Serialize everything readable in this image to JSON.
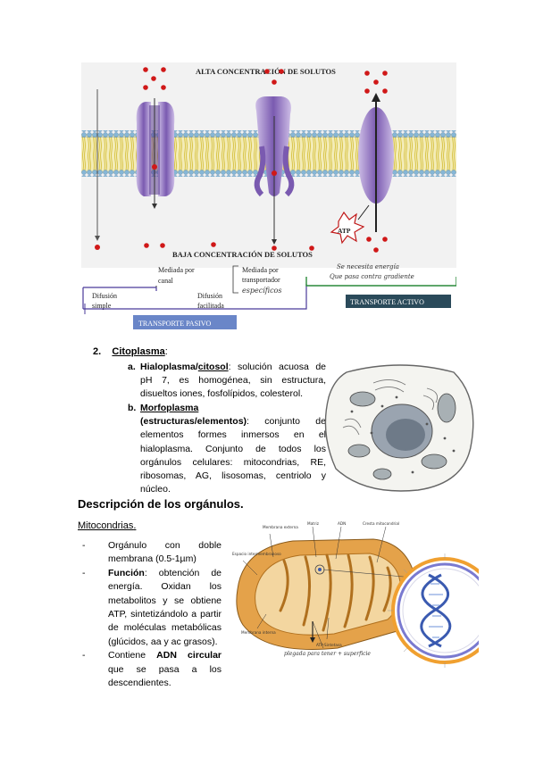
{
  "figure_transport": {
    "top_label": "ALTA CONCENTRACIÓN DE SOLUTOS",
    "bottom_label": "BAJA CONCENTRACIÓN DE SOLUTOS",
    "atp": "ATP",
    "simple": [
      "Difusión",
      "simple"
    ],
    "channel": [
      "Mediada por",
      "canal"
    ],
    "carrier": [
      "Mediada por",
      "transportador"
    ],
    "specific_note": "específicos",
    "facilitated": [
      "Difusión",
      "facilitada"
    ],
    "active_note": [
      "Se necesita energía",
      "Que pasa contra gradiente"
    ],
    "passive_box": "TRANSPORTE PASIVO",
    "active_box": "TRANSPORTE ACTIVO",
    "colors": {
      "membrane_head": "#8ab8d8",
      "lipid_tail": "#e8d670",
      "protein": "#8a6cb8",
      "solute": "#d01818",
      "active_line": "#2a8a3a",
      "passive_line": "#4a3a9a"
    }
  },
  "section2": {
    "number": "2.",
    "title": "Citoplasma",
    "title_suffix": ":",
    "a": {
      "letter": "a.",
      "term": "Hialoplasma",
      "slash": "/",
      "term2": "citosol",
      "text": ": solución acuosa de pH 7, es homogénea, sin estructura, disueltos iones, fosfolípidos, colesterol."
    },
    "b": {
      "letter": "b.",
      "term": "Morfoplasma",
      "paren": "(estructuras/elementos)",
      "text": ": conjunto de elementos formes inmersos en el hialoplasma. Conjunto de todos los orgánulos celulares: mitocondrias, RE, ribosomas, AG, lisosomas, centriolo y núcleo."
    }
  },
  "organelles": {
    "heading": "Descripción de los orgánulos.",
    "subheading": "Mitocondrias",
    "subheading_suffix": ".",
    "bullets": [
      {
        "dash": "-",
        "pre": "Orgánulo con doble membrana (0.5-1µm)",
        "bold": "",
        "post": ""
      },
      {
        "dash": "-",
        "pre": "",
        "bold": "Función",
        "post": ": obtención de energía. Oxidan los metabolitos y se obtiene ATP, sintetizándolo a partir de moléculas metabólicas (glúcidos, aa y ac grasos)."
      },
      {
        "dash": "-",
        "pre": "Contiene ",
        "bold": "ADN circular",
        "post": " que se pasa a los descendientes."
      }
    ]
  },
  "figure_mito": {
    "labels": {
      "membrana_externa": "Membrana externa",
      "matriz": "Matriz",
      "adn": "ADN",
      "cresta": "Cresta mitocondrial",
      "espacio": "Espacio intermembranoso",
      "atp_sintetasa": "ATP-Sintetasa",
      "membrana_interna": "Membrana interna",
      "plegadas": "plegada para tener + superficie"
    },
    "colors": {
      "outer": "#e0a040",
      "inner": "#c67a28",
      "matrix": "#f3d9a8",
      "ring_outer": "#f0a030",
      "ring_inner": "#7a7ad0",
      "dna1": "#3a5ab0",
      "dna2": "#8aa8e0"
    }
  }
}
